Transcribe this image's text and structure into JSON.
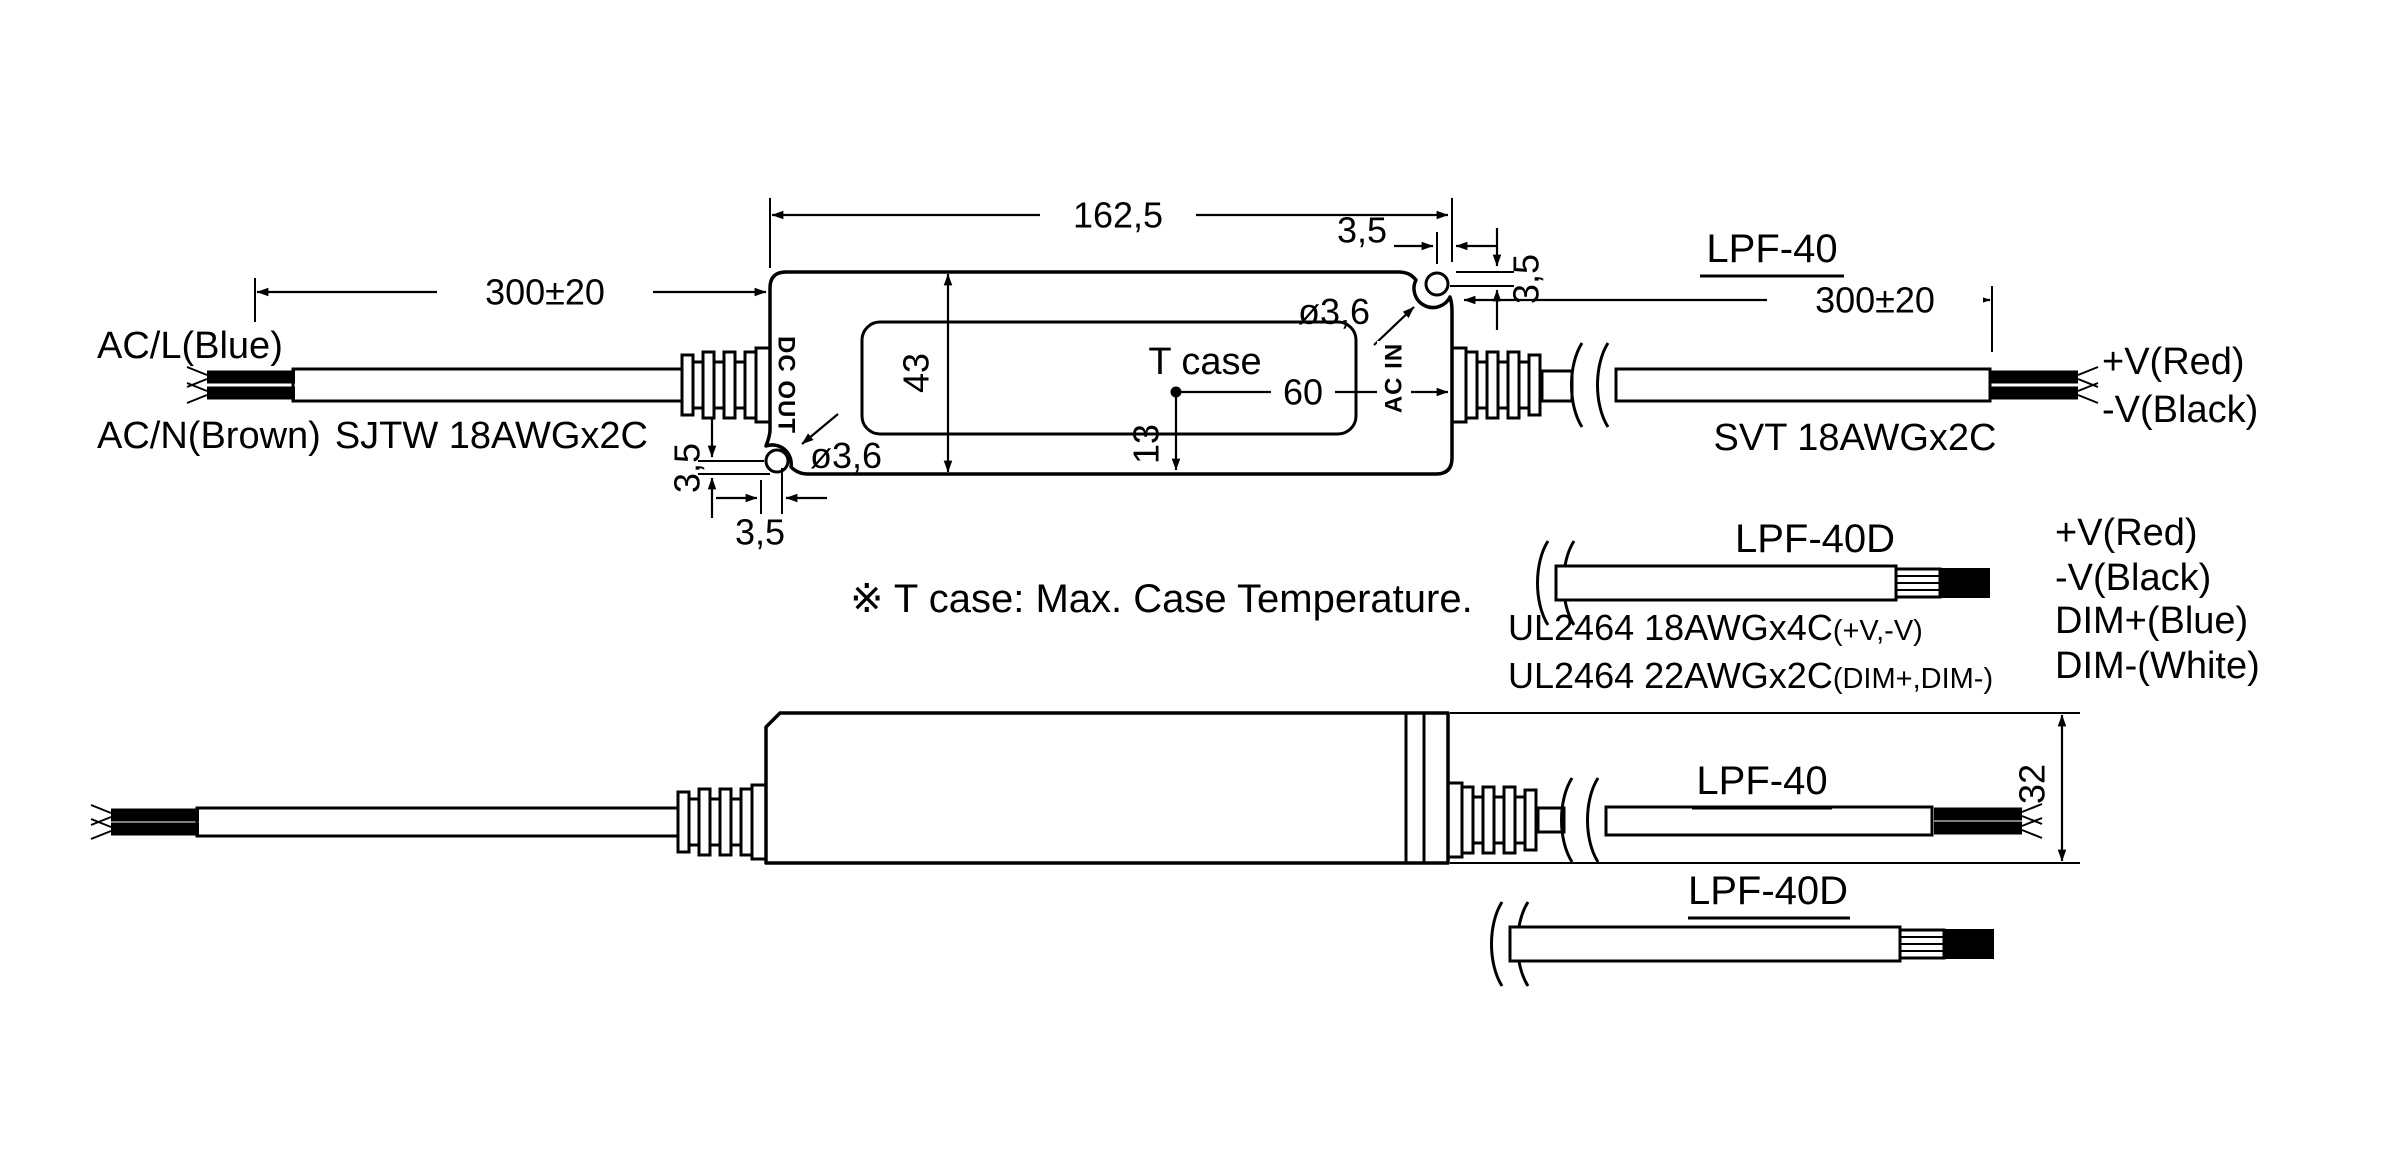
{
  "top_view": {
    "model": "LPF-40",
    "dim_length": "162,5",
    "dim_width": "43",
    "dim_input_wire": "300±20",
    "dim_output_wire": "300±20",
    "dim_hole_offset": "3,5",
    "dim_hole_diameter": "ø3,6",
    "dim_tcase_to_edge": "60",
    "dim_tcase_to_bottom": "13",
    "label_dc_out": "DC OUT",
    "label_ac_in": "AC IN",
    "label_t_case": "T case",
    "label_ac_line": "AC/L(Blue)",
    "label_ac_neutral": "AC/N(Brown)",
    "label_input_cable": "SJTW 18AWGx2C",
    "label_output_pos": "+V(Red)",
    "label_output_neg": "-V(Black)",
    "label_output_cable": "SVT 18AWGx2C"
  },
  "note": "※ T case: Max. Case Temperature.",
  "lpf40d": {
    "model": "LPF-40D",
    "output_labels": [
      "+V(Red)",
      "-V(Black)",
      "DIM+(Blue)",
      "DIM-(White)"
    ],
    "cable_main": "UL2464 18AWGx4C",
    "cable_main_wires": "(+V,-V)",
    "cable_dim": "UL2464 22AWGx2C",
    "cable_dim_wires": "(DIM+,DIM-)"
  },
  "side_view": {
    "model": "LPF-40",
    "model_d": "LPF-40D",
    "dim_height": "32"
  }
}
